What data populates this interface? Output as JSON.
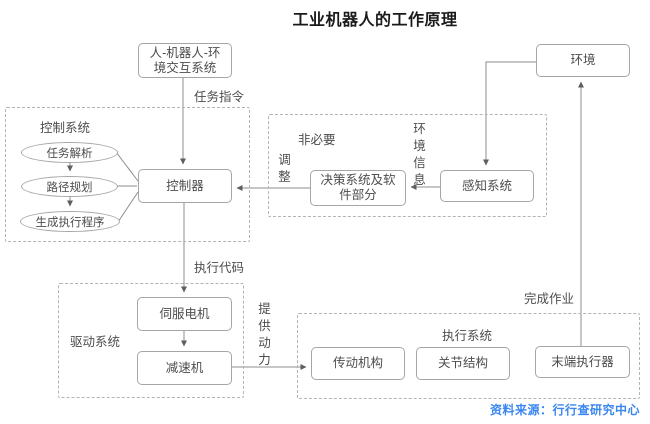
{
  "title": "工业机器人的工作原理",
  "source": "资料来源：行行查研究中心",
  "colors": {
    "title_text": "#1a1a1a",
    "source_blue": "#3a86f0",
    "box_border": "#a6a6a6",
    "dashed_border": "#b3b3b3",
    "node_text": "#4d4d4d",
    "connector_line": "#8c8c8c"
  },
  "nodes": {
    "interaction": "人-机器人-环境交互系统",
    "environment": "环境",
    "controller": "控制器",
    "decision": "决策系统及软件部分",
    "perception": "感知系统",
    "servo_motor": "伺服电机",
    "reducer": "减速机",
    "transmission": "传动机构",
    "joint": "关节结构",
    "end_effector": "末端执行器"
  },
  "groups": {
    "control": {
      "label": "控制系统",
      "steps": [
        "任务解析",
        "路径规划",
        "生成执行程序"
      ]
    },
    "optional": {
      "label": "非必要"
    },
    "drive": {
      "label": "驱动系统"
    },
    "execution": {
      "label": "执行系统"
    }
  },
  "edge_labels": {
    "task_command": "任务指令",
    "adjust": "调整",
    "env_info": "环境信息",
    "exec_code": "执行代码",
    "provide_power": "提供动力",
    "complete_work": "完成作业"
  }
}
